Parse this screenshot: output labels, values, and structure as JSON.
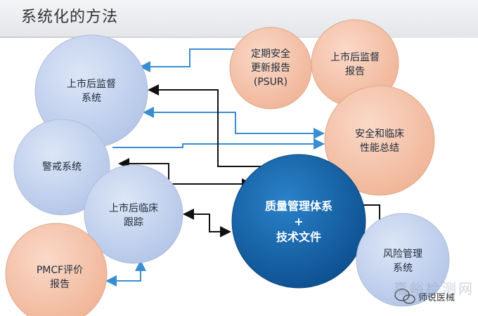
{
  "title": "系统化的方法",
  "nodes": {
    "post_market": "上市后监督\n系统",
    "psur": "定期安全\n更新报告\n(PSUR)",
    "pm_report": "上市后监督\n报告",
    "safety_summary": "安全和临床\n性能总结",
    "vigilance": "警戒系统",
    "pmcf": "上市后临床\n跟踪",
    "pmcf_report": "PMCF评价\n报告",
    "qms": "质量管理体系\n+\n技术文件",
    "risk": "风险管理\n系统"
  },
  "colors": {
    "blue_node": "#c5d3ee",
    "orange_node": "#f6c7b0",
    "qms_node": "#1a66ac",
    "arrow_blue": "#3a8dd0",
    "arrow_black": "#111111"
  },
  "watermark": {
    "brand": "嘉峪检测网",
    "account": "师说医械"
  }
}
